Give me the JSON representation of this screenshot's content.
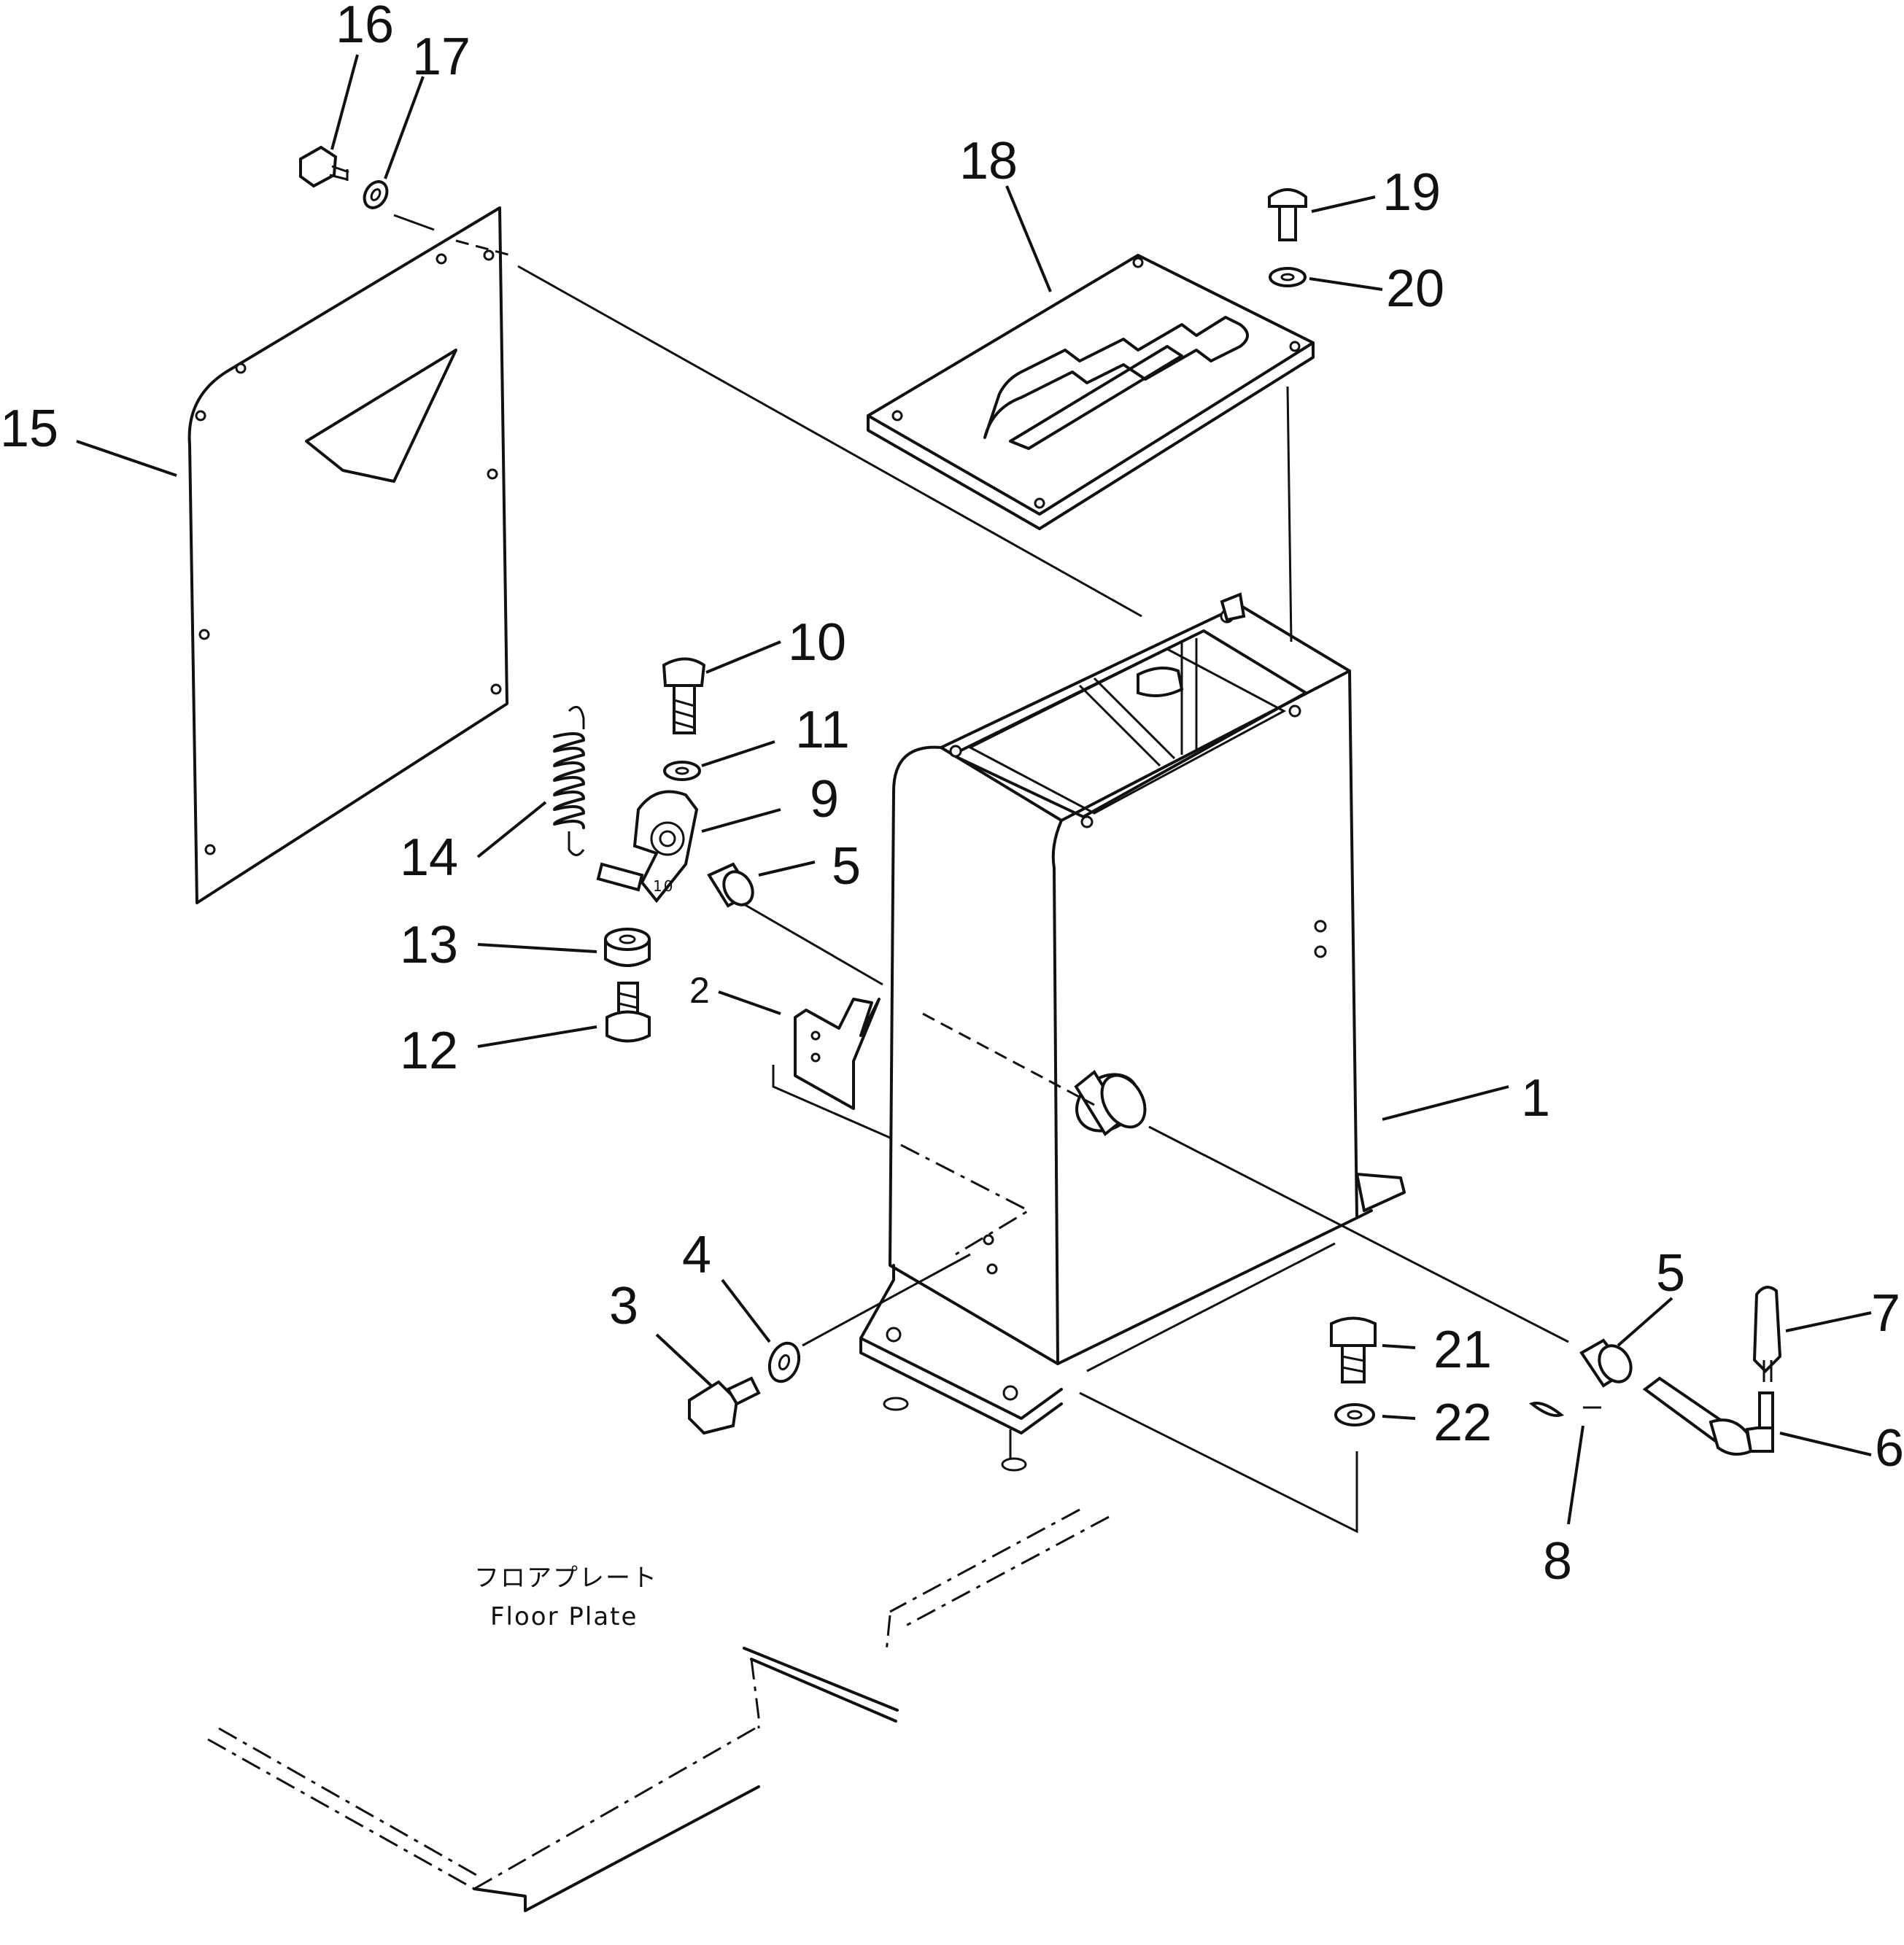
{
  "callouts": {
    "c1": "1",
    "c2": "2",
    "c3": "3",
    "c4": "4",
    "c5a": "5",
    "c5b": "5",
    "c6": "6",
    "c7": "7",
    "c8": "8",
    "c9": "9",
    "c10": "10",
    "c11": "11",
    "c12": "12",
    "c13": "13",
    "c14": "14",
    "c15": "15",
    "c16": "16",
    "c17": "17",
    "c18": "18",
    "c19": "19",
    "c20": "20",
    "c21": "21",
    "c22": "22"
  },
  "floor_plate": {
    "label_jp": "フロアプレート",
    "label_en": "Floor Plate"
  }
}
